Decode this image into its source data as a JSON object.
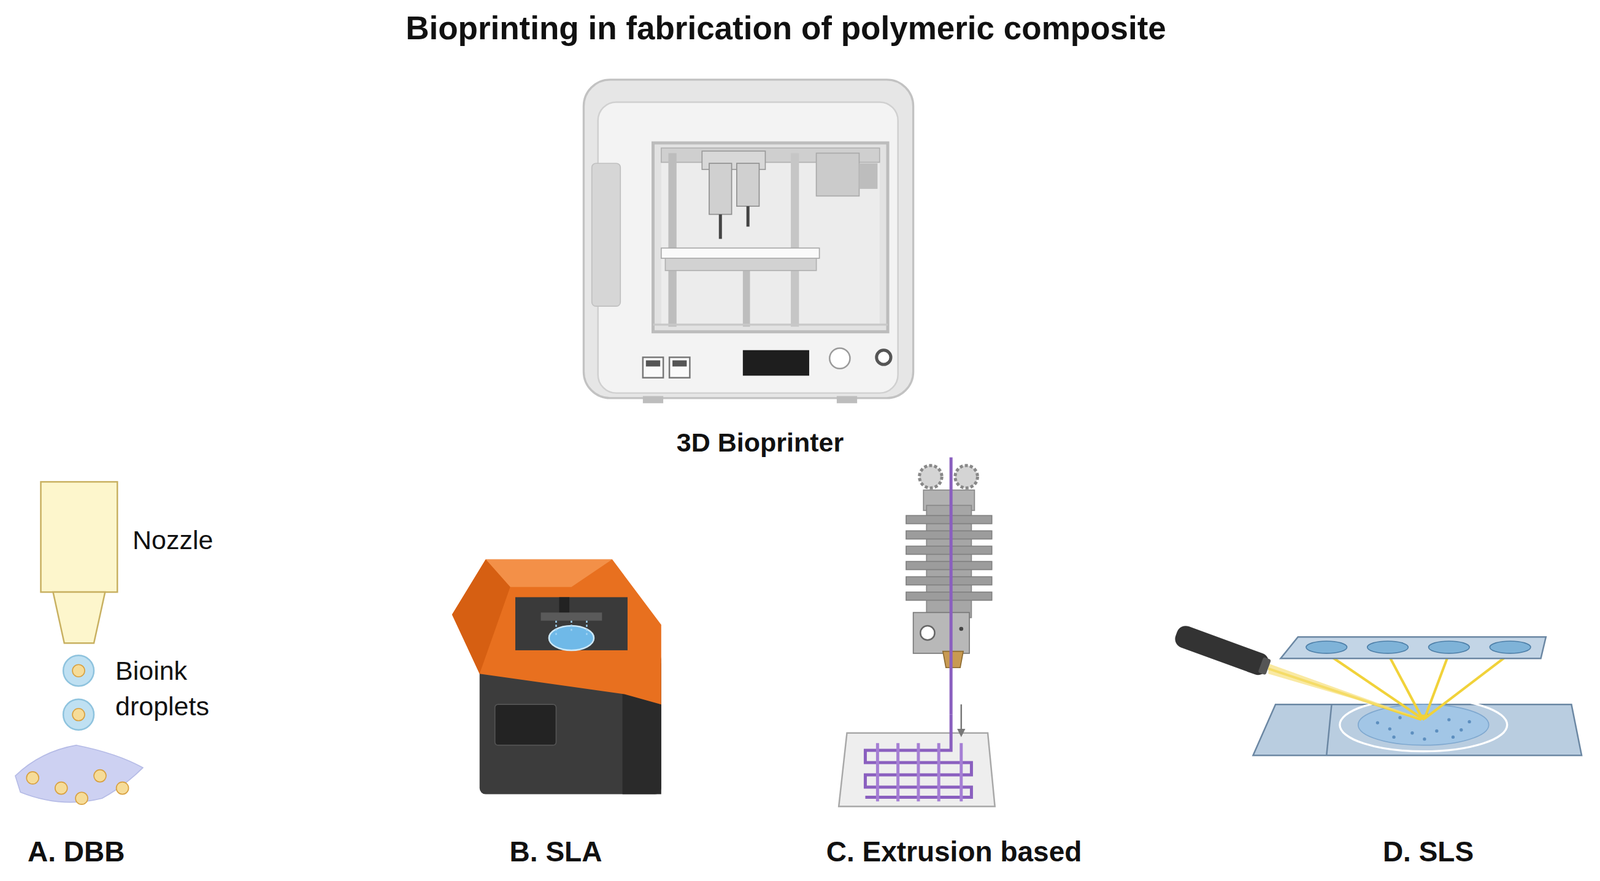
{
  "diagram": {
    "title": "Bioprinting in fabrication of polymeric composite",
    "labels": [
      "3D Bioprinter",
      "Nozzle",
      "Bioink droplets",
      "A. DBB",
      "B. SLA",
      "C. Extrusion based",
      "D. SLS"
    ]
  }
}
